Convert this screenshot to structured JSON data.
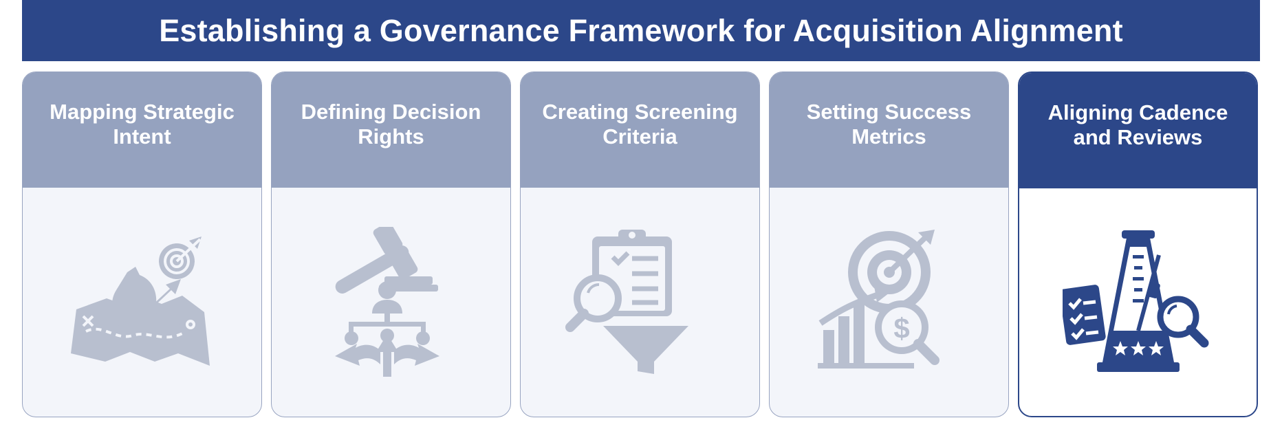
{
  "title": "Establishing a Governance Framework for Acquisition Alignment",
  "colors": {
    "primary": "#2c4789",
    "inactive_header": "#95a2bf",
    "icon_inactive": "#b8bfcf",
    "card_bg": "#f3f5fa"
  },
  "steps": [
    {
      "label": "Mapping Strategic Intent",
      "icon": "chess-knight-map-target-icon",
      "active": false
    },
    {
      "label": "Defining Decision Rights",
      "icon": "gavel-hierarchy-arrows-icon",
      "active": false
    },
    {
      "label": "Creating Screening Criteria",
      "icon": "clipboard-magnifier-funnel-icon",
      "active": false
    },
    {
      "label": "Setting Success Metrics",
      "icon": "target-growth-chart-dollar-icon",
      "active": false
    },
    {
      "label": "Aligning Cadence and Reviews",
      "icon": "metronome-checklist-stars-icon",
      "active": true
    }
  ]
}
